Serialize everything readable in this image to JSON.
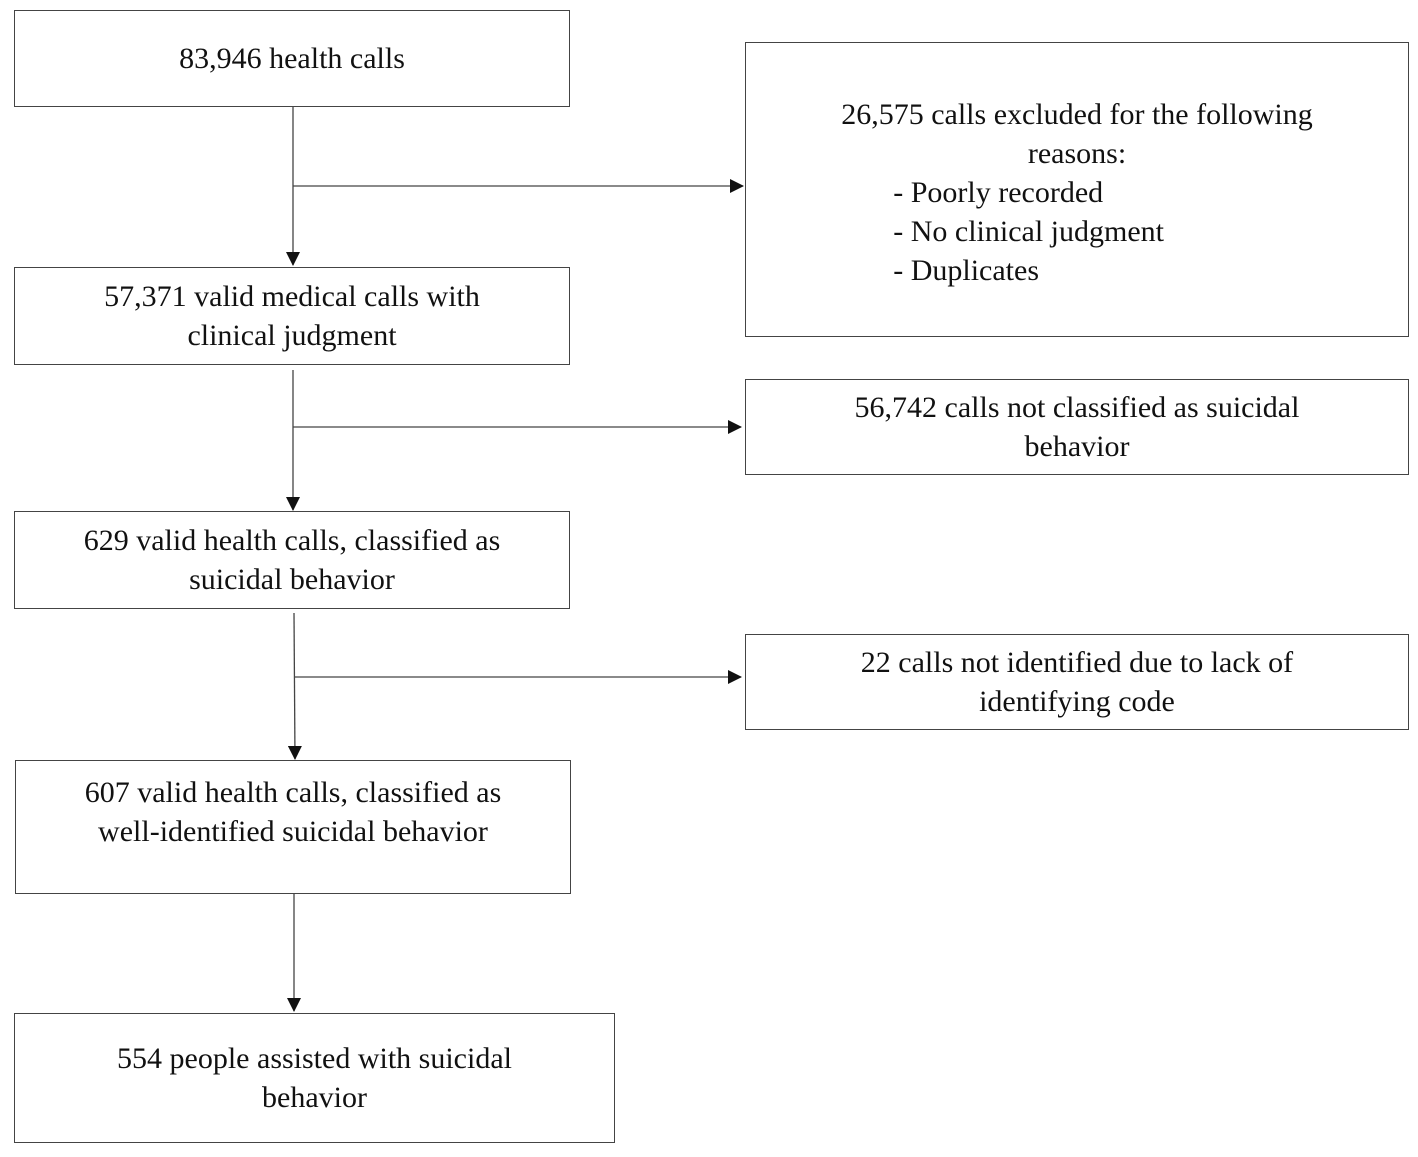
{
  "flow": {
    "box1": "83,946 health calls",
    "box2_line1": "57,371 valid medical calls with",
    "box2_line2": "clinical judgment",
    "box3_line1": "629 valid health calls, classified as",
    "box3_line2": "suicidal behavior",
    "box4_line1": "607 valid health calls, classified as",
    "box4_line2": "well-identified suicidal behavior",
    "box5_line1": "554 people assisted with suicidal",
    "box5_line2": "behavior"
  },
  "exclusions": {
    "ex1_line1": "26,575 calls excluded for the following",
    "ex1_line2": "reasons:",
    "ex1_reasons": [
      "- Poorly recorded",
      "- No clinical judgment",
      "- Duplicates"
    ],
    "ex2_line1": "56,742 calls not classified as suicidal",
    "ex2_line2": "behavior",
    "ex3_line1": "22 calls not identified due to lack of",
    "ex3_line2": "identifying code"
  }
}
